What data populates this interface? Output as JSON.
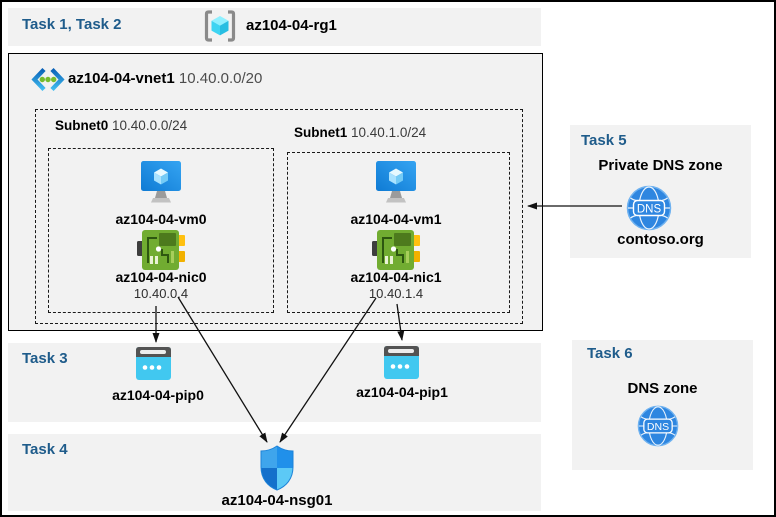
{
  "colors": {
    "task_label_blue": "#1F5C8B",
    "panel_gray": "#F2F2F2",
    "vm_blue": "#1E8FE0",
    "nic_green": "#71AC31",
    "pip_cyan": "#41C8F0",
    "nsg_blues": [
      "#3FA5EC",
      "#2090EA",
      "#1470CB",
      "#5CC9F6"
    ],
    "dns_blue": "#2E86E0",
    "arrow_black": "#111111"
  },
  "resource_group": {
    "tasks": "Task 1, Task 2",
    "name": "az104-04-rg1"
  },
  "vnet": {
    "name": "az104-04-vnet1",
    "cidr": "10.40.0.0/20",
    "subnets": [
      {
        "name": "Subnet0",
        "cidr": "10.40.0.0/24",
        "vm": "az104-04-vm0",
        "nic": "az104-04-nic0",
        "nic_ip": "10.40.0.4"
      },
      {
        "name": "Subnet1",
        "cidr": "10.40.1.0/24",
        "vm": "az104-04-vm1",
        "nic": "az104-04-nic1",
        "nic_ip": "10.40.1.4"
      }
    ]
  },
  "task3": {
    "label": "Task 3",
    "pip0": "az104-04-pip0",
    "pip1": "az104-04-pip1"
  },
  "task4": {
    "label": "Task 4",
    "nsg": "az104-04-nsg01"
  },
  "task5": {
    "label": "Task 5",
    "title": "Private DNS zone",
    "zone": "contoso.org",
    "icon_text": "DNS"
  },
  "task6": {
    "label": "Task 6",
    "title": "DNS zone",
    "icon_text": "DNS"
  },
  "connections": [
    {
      "from": "az104-04-nic0",
      "to": "az104-04-pip0"
    },
    {
      "from": "az104-04-nic0",
      "to": "az104-04-nsg01"
    },
    {
      "from": "az104-04-nic1",
      "to": "az104-04-nsg01"
    },
    {
      "from": "az104-04-nic1",
      "to": "az104-04-pip1"
    },
    {
      "from": "contoso.org",
      "to": "az104-04-vnet1"
    }
  ]
}
